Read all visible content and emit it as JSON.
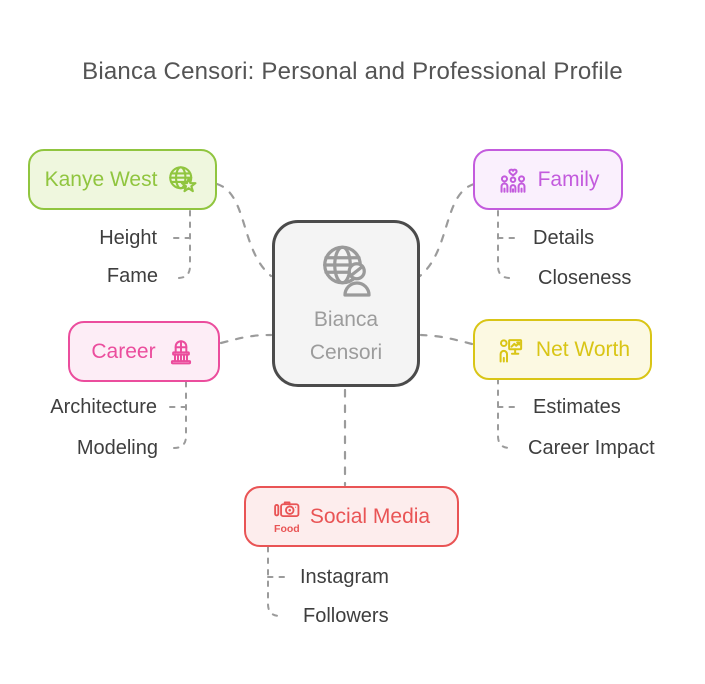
{
  "title": "Bianca Censori: Personal and Professional Profile",
  "center": {
    "label_line1": "Bianca",
    "label_line2": "Censori",
    "icon": "globe-person-icon"
  },
  "branches": [
    {
      "id": "kanye-west",
      "label": "Kanye West",
      "icon": "globe-star-icon",
      "color": "#90c53f",
      "fill": "#eff7de",
      "children": [
        "Height",
        "Fame"
      ]
    },
    {
      "id": "family",
      "label": "Family",
      "icon": "family-icon",
      "color": "#c35bdd",
      "fill": "#faf0fd",
      "children": [
        "Details",
        "Closeness"
      ]
    },
    {
      "id": "career",
      "label": "Career",
      "icon": "balcony-icon",
      "color": "#eb4d9d",
      "fill": "#fdedf6",
      "children": [
        "Architecture",
        "Modeling"
      ]
    },
    {
      "id": "net-worth",
      "label": "Net Worth",
      "icon": "chart-presenter-icon",
      "color": "#d9c516",
      "fill": "#fcf9e2",
      "children": [
        "Estimates",
        "Career Impact"
      ]
    },
    {
      "id": "social-media",
      "label": "Social Media",
      "icon": "food-camera-icon",
      "icon_caption": "Food",
      "color": "#e95455",
      "fill": "#fdeded",
      "children": [
        "Instagram",
        "Followers"
      ]
    }
  ],
  "colors": {
    "connector": "#9b9b9b",
    "label_text": "#3e3e3e",
    "title_text": "#545454",
    "center_border": "#4b4b4b",
    "center_fill": "#f4f4f4",
    "center_text": "#9c9c9c",
    "center_icon": "#9a9a9a"
  }
}
